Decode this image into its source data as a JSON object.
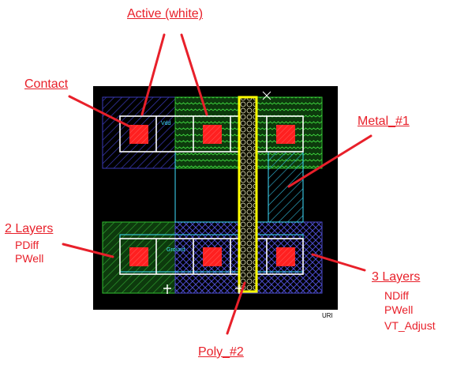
{
  "callouts": {
    "active": "Active (white)",
    "contact": "Contact",
    "metal1": "Metal_#1",
    "two_layers": "2 Layers",
    "three_layers": "3 Layers",
    "poly2": "Poly_#2"
  },
  "two_layers_items": [
    "PDiff",
    "PWell"
  ],
  "three_layers_items": [
    "NDiff",
    "PWell",
    "VT_Adjust"
  ],
  "layout_labels": {
    "vdd": "Vdd",
    "ground": "Ground",
    "uri": "URI"
  },
  "colors": {
    "annotation": "#e8202a",
    "canvas": "#000000",
    "active": "#ffffff",
    "contact": "#ff2020",
    "metal1": "#40e0ff",
    "poly2": "#ffff00",
    "pdiff_well": "#30c030",
    "ndiff": "#4040c0"
  }
}
